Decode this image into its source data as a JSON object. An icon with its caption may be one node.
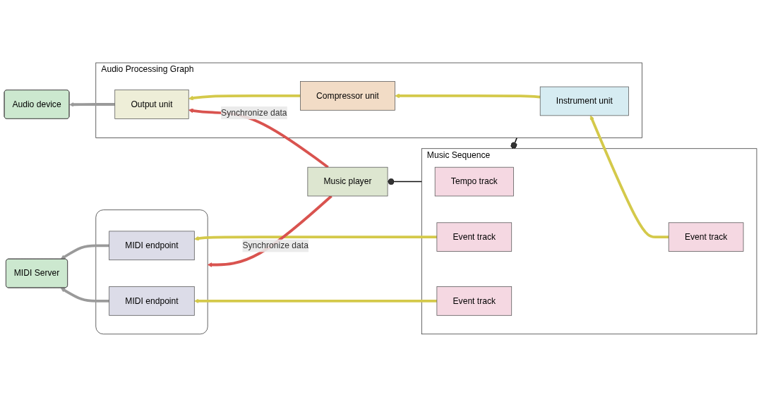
{
  "diagram": {
    "nodes": [
      {
        "text": [
          "Audio Processing Graph"
        ]
      },
      {
        "text": [
          "Instrument unit"
        ],
        "in": 0
      },
      {
        "text": [
          "Compressor unit"
        ],
        "in": 0
      },
      {
        "text": [
          "Output unit"
        ],
        "in": 0
      },
      {
        "text": [
          "Music Sequence"
        ]
      },
      {
        "text": [
          "Tempo track"
        ],
        "in": 4
      },
      {
        "text": [
          "Event track"
        ],
        "in": 4
      },
      {
        "text": [
          "Event track"
        ],
        "in": 4
      },
      {
        "text": [
          "Event track"
        ],
        "in": 4
      },
      {
        "text": [],
        "shape": "box"
      },
      {
        "text": [
          "MIDI endpoint"
        ],
        "in": 9
      },
      {
        "text": [
          "MIDI endpoint"
        ],
        "in": 9
      },
      {
        "text": [
          "MIDI Server"
        ]
      },
      {
        "text": [
          "Music player"
        ]
      },
      {
        "text": [
          "Audio device"
        ]
      }
    ],
    "edges": [
      {
        "from": 0,
        "to": 4,
        "arrow": "other",
        "color": "#111111"
      },
      {
        "from": 6,
        "to": 1,
        "arrow": "to"
      },
      {
        "from": 1,
        "to": 2,
        "arrow": "to"
      },
      {
        "from": 2,
        "to": 3,
        "arrow": "to"
      },
      {
        "from": 7,
        "to": 10,
        "arrow": "to"
      },
      {
        "from": 8,
        "to": 11,
        "arrow": "to"
      },
      {
        "from": 10,
        "to": 12,
        "arrow": "to",
        "color": "#9a9a9a"
      },
      {
        "from": 11,
        "to": 12,
        "arrow": "to",
        "color": "#9a9a9a"
      },
      {
        "from": 4,
        "to": 13,
        "arrow": "other",
        "color": "#111111"
      },
      {
        "from": 13,
        "to": 3,
        "arrow": "to",
        "color": "#d9534f",
        "label": "Synchronize data"
      },
      {
        "from": 13,
        "to": 9,
        "arrow": "to",
        "color": "#d9534f",
        "label": "Synchronize data"
      },
      {
        "from": 3,
        "to": 14,
        "arrow": "to",
        "color": "#9a9a9a"
      }
    ]
  }
}
